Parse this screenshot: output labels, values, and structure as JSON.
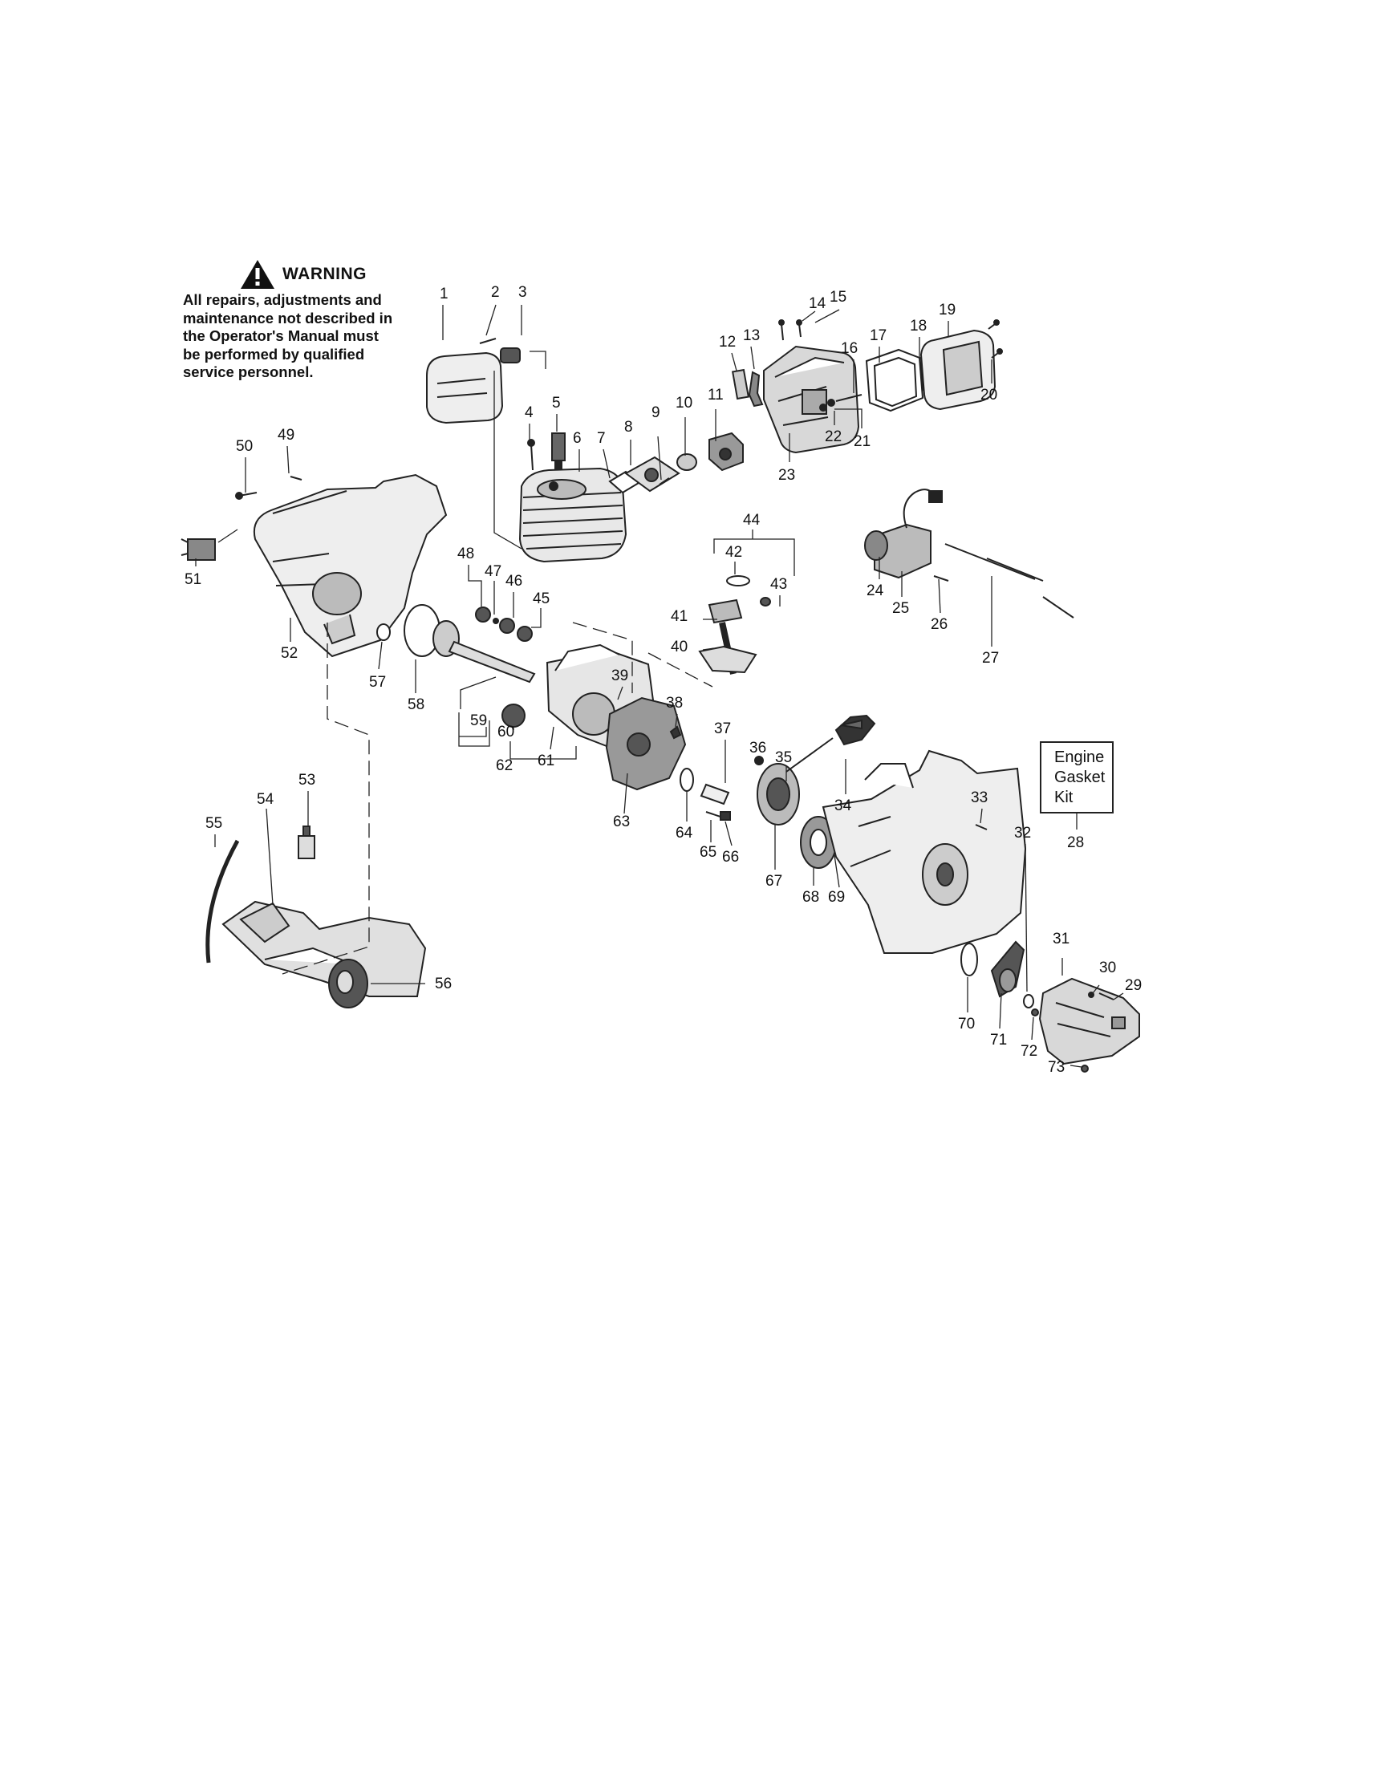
{
  "warning": {
    "title": "WARNING",
    "icon": "warning-triangle-icon",
    "lines": [
      "All repairs, adjustments and",
      "maintenance not described in",
      "the Operator's Manual must",
      "be performed by qualified",
      "service personnel."
    ]
  },
  "kit": {
    "lines": [
      "Engine",
      "Gasket",
      "Kit"
    ],
    "number": "28"
  },
  "callouts": [
    "1",
    "2",
    "3",
    "4",
    "5",
    "6",
    "7",
    "8",
    "9",
    "10",
    "11",
    "12",
    "13",
    "14",
    "15",
    "16",
    "17",
    "18",
    "19",
    "20",
    "21",
    "22",
    "23",
    "24",
    "25",
    "26",
    "27",
    "29",
    "30",
    "31",
    "32",
    "33",
    "34",
    "35",
    "36",
    "37",
    "38",
    "39",
    "40",
    "41",
    "42",
    "43",
    "44",
    "45",
    "46",
    "47",
    "48",
    "49",
    "50",
    "51",
    "52",
    "53",
    "54",
    "55",
    "56",
    "57",
    "58",
    "59",
    "60",
    "61",
    "62",
    "63",
    "64",
    "65",
    "66",
    "67",
    "68",
    "69",
    "70",
    "71",
    "72",
    "73"
  ]
}
